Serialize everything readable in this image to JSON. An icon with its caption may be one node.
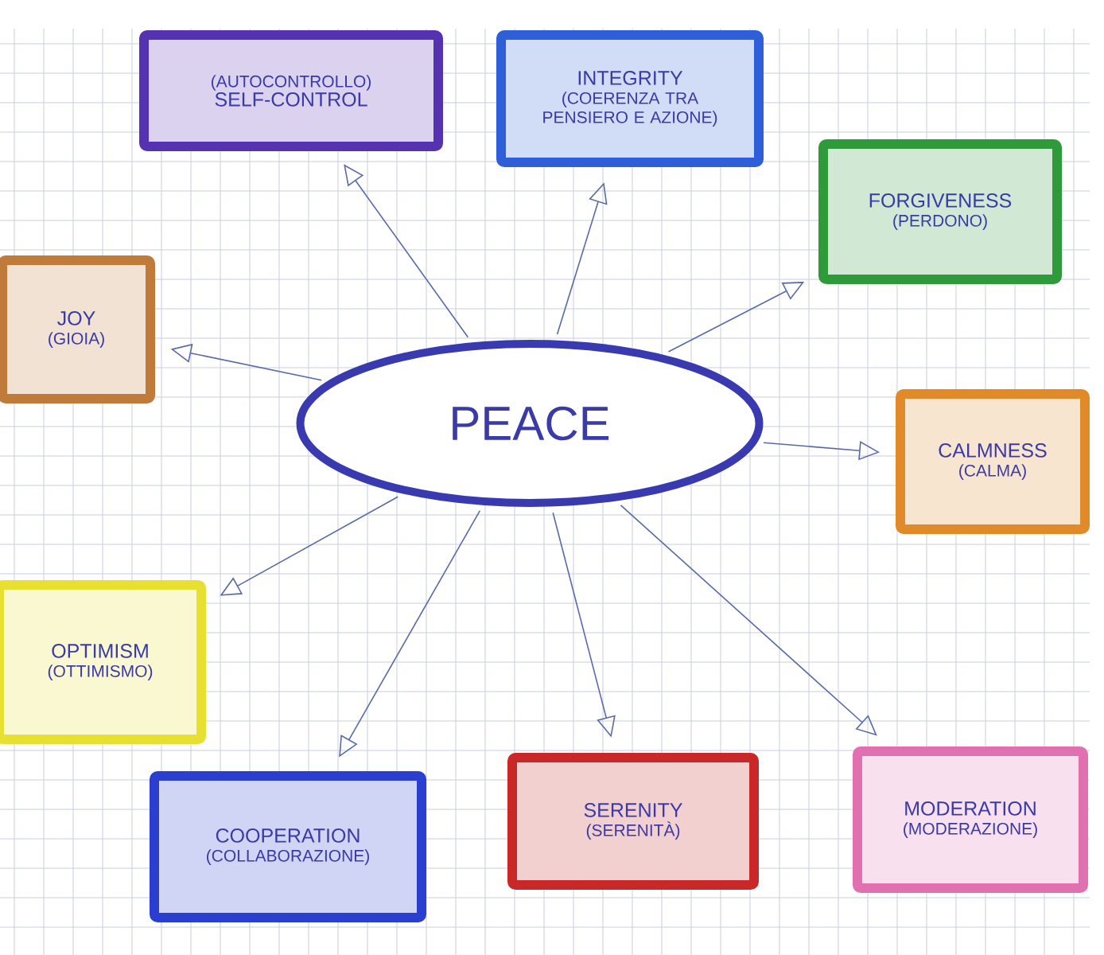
{
  "diagram": {
    "nodes": [
      {
        "text": [
          "PEACE"
        ]
      },
      {
        "text": [
          "(AUTOCONTROLLO)",
          "SELF-CONTROL"
        ]
      },
      {
        "text": [
          "INTEGRITY",
          "(COERENZA TRA PENSIERO E AZIONE)"
        ]
      },
      {
        "text": [
          "FORGIVENESS",
          "(PERDONO)"
        ]
      },
      {
        "text": [
          "JOY",
          "(GIOIA)"
        ]
      },
      {
        "text": [
          "CALMNESS",
          "(CALMA)"
        ]
      },
      {
        "text": [
          "OPTIMISM",
          "(OTTIMISMO)"
        ]
      },
      {
        "text": [
          "COOPERATION",
          "(COLLABORAZIONE)"
        ]
      },
      {
        "text": [
          "SERENITY",
          "(SERENITÀ)"
        ]
      },
      {
        "text": [
          "MODERATION",
          "(MODERAZIONE)"
        ]
      }
    ],
    "edges": [
      {
        "from": 0,
        "to": 1,
        "arrow": "to"
      },
      {
        "from": 0,
        "to": 2,
        "arrow": "to"
      },
      {
        "from": 0,
        "to": 3,
        "arrow": "to"
      },
      {
        "from": 0,
        "to": 4,
        "arrow": "to"
      },
      {
        "from": 0,
        "to": 5,
        "arrow": "to"
      },
      {
        "from": 0,
        "to": 6,
        "arrow": "to"
      },
      {
        "from": 0,
        "to": 7,
        "arrow": "to"
      },
      {
        "from": 0,
        "to": 8,
        "arrow": "to"
      },
      {
        "from": 0,
        "to": 9,
        "arrow": "to"
      }
    ]
  }
}
